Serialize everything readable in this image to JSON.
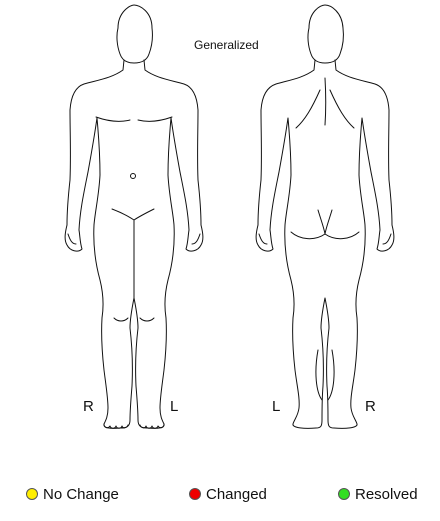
{
  "header": {
    "generalized_label": "Generalized"
  },
  "front_view": {
    "right_label": "R",
    "left_label": "L"
  },
  "back_view": {
    "left_label": "L",
    "right_label": "R"
  },
  "legend": {
    "items": [
      {
        "label": "No Change",
        "color": "#ffee00"
      },
      {
        "label": "Changed",
        "color": "#ee0000"
      },
      {
        "label": "Resolved",
        "color": "#33dd22"
      }
    ]
  }
}
